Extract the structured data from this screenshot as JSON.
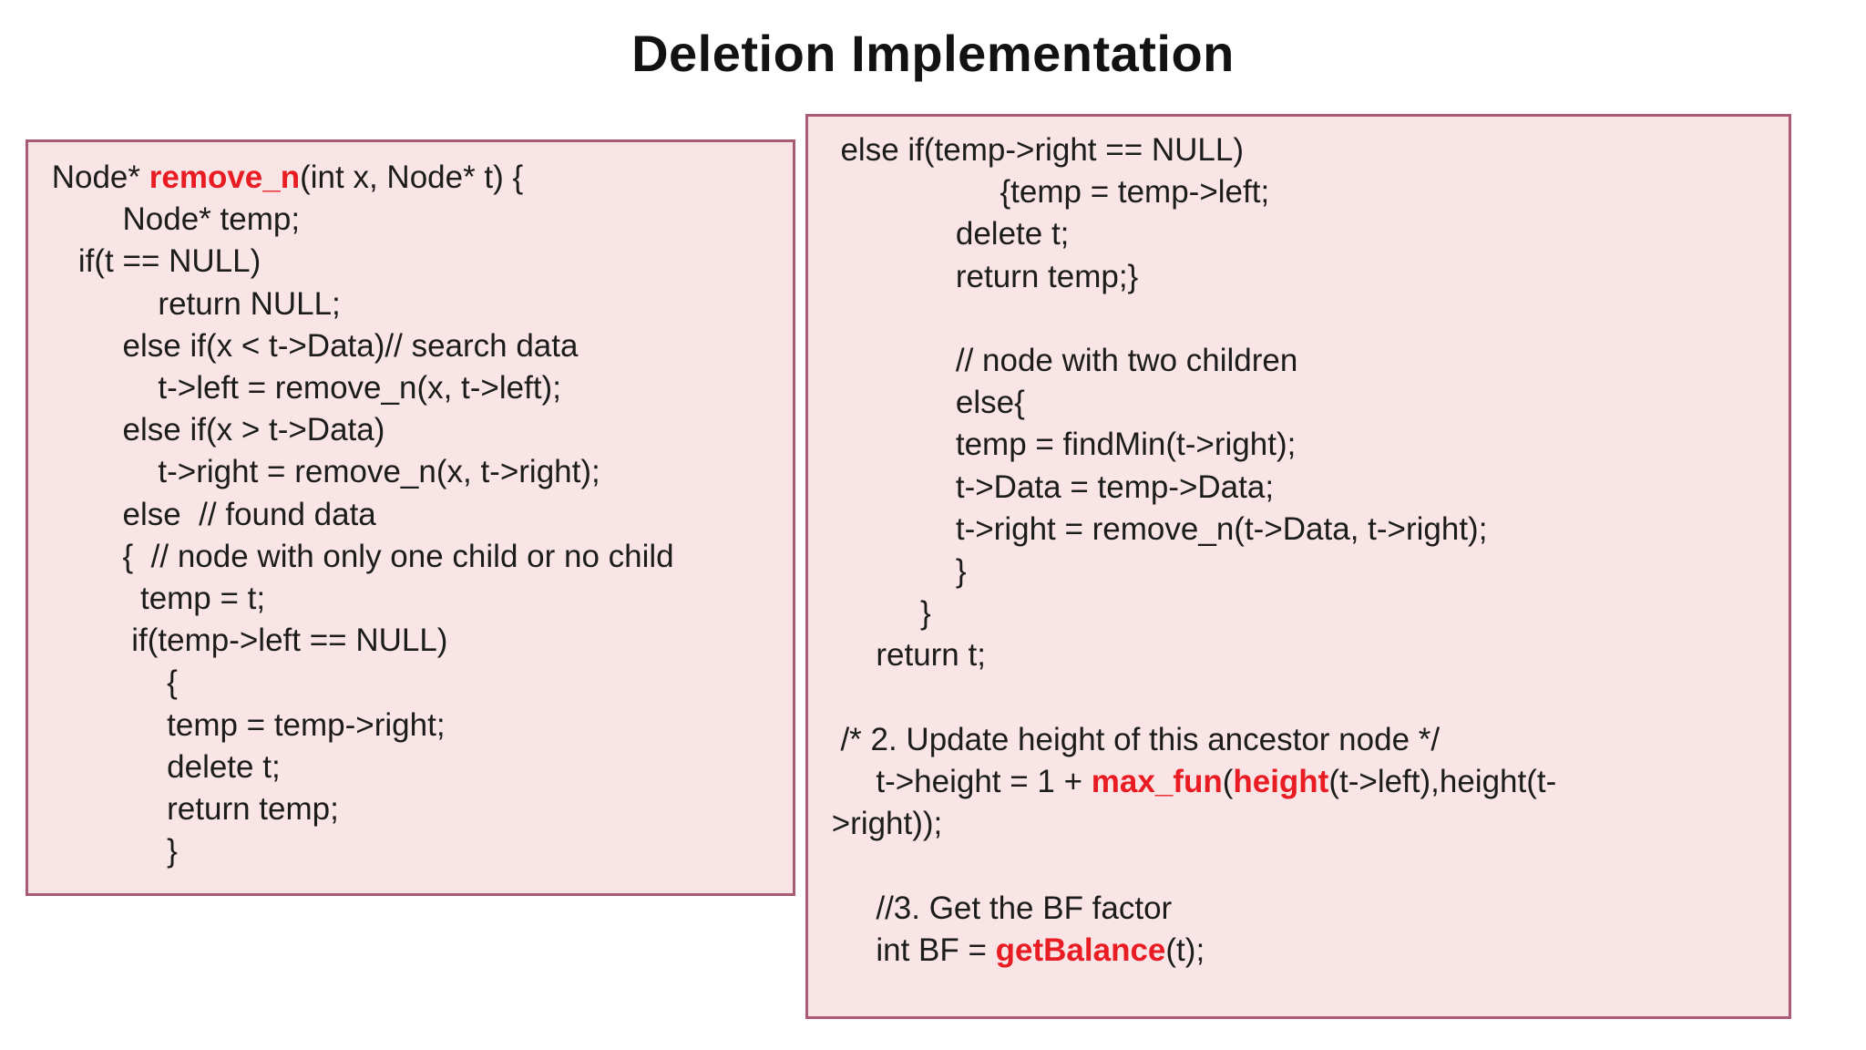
{
  "title": "Deletion Implementation",
  "colors": {
    "background": "#ffffff",
    "box_fill": "#f9e5e5",
    "box_border": "#aa5a72",
    "code_text": "#1c1c1c",
    "keyword_red": "#e91c23",
    "title_text": "#121212"
  },
  "left_box": {
    "lines": [
      [
        {
          "t": " Node* "
        },
        {
          "t": "remove_n",
          "red": true
        },
        {
          "t": "(int x, Node* t) {"
        }
      ],
      [
        {
          "t": "         Node* temp;"
        }
      ],
      [
        {
          "t": "    if(t == NULL)"
        }
      ],
      [
        {
          "t": "             return NULL;"
        }
      ],
      [
        {
          "t": "         else if(x < t->Data)// search data"
        }
      ],
      [
        {
          "t": "             t->left = remove_n(x, t->left);"
        }
      ],
      [
        {
          "t": "         else if(x > t->Data)"
        }
      ],
      [
        {
          "t": "             t->right = remove_n(x, t->right);"
        }
      ],
      [
        {
          "t": "         else  // found data"
        }
      ],
      [
        {
          "t": "         {  // node with only one child or no child"
        }
      ],
      [
        {
          "t": "           temp = t;"
        }
      ],
      [
        {
          "t": "          if(temp->left == NULL)"
        }
      ],
      [
        {
          "t": "              {"
        }
      ],
      [
        {
          "t": "              temp = temp->right;"
        }
      ],
      [
        {
          "t": "              delete t;"
        }
      ],
      [
        {
          "t": "              return temp;"
        }
      ],
      [
        {
          "t": "              }"
        }
      ]
    ]
  },
  "right_box": {
    "lines": [
      [
        {
          "t": "  else if(temp->right == NULL)"
        }
      ],
      [
        {
          "t": "                    {temp = temp->left;"
        }
      ],
      [
        {
          "t": "               delete t;"
        }
      ],
      [
        {
          "t": "               return temp;}"
        }
      ],
      [
        {
          "t": ""
        }
      ],
      [
        {
          "t": "               // node with two children"
        }
      ],
      [
        {
          "t": "               else{"
        }
      ],
      [
        {
          "t": "               temp = findMin(t->right);"
        }
      ],
      [
        {
          "t": "               t->Data = temp->Data;"
        }
      ],
      [
        {
          "t": "               t->right = remove_n(t->Data, t->right);"
        }
      ],
      [
        {
          "t": "               }"
        }
      ],
      [
        {
          "t": "           }"
        }
      ],
      [
        {
          "t": "      return t;"
        }
      ],
      [
        {
          "t": ""
        }
      ],
      [
        {
          "t": "  /* 2. Update height of this ancestor node */"
        }
      ],
      [
        {
          "t": "      t->height = 1 + "
        },
        {
          "t": "max_fun",
          "red": true
        },
        {
          "t": "("
        },
        {
          "t": "height",
          "red": true
        },
        {
          "t": "(t->left),height(t-"
        }
      ],
      [
        {
          "t": " >right));"
        }
      ],
      [
        {
          "t": ""
        }
      ],
      [
        {
          "t": "      //3. Get the BF factor"
        }
      ],
      [
        {
          "t": "      int BF = "
        },
        {
          "t": "getBalance",
          "red": true
        },
        {
          "t": "(t);"
        }
      ]
    ]
  }
}
